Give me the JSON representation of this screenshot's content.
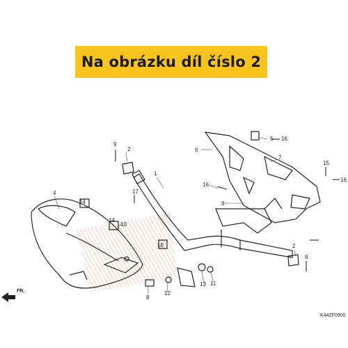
{
  "banner": {
    "text": "Na obrázku díl číslo 2"
  },
  "diagram": {
    "direction_label": "FR.",
    "figure_code": "K44ZF0900",
    "callouts": [
      "1",
      "2",
      "2",
      "3",
      "4",
      "5",
      "6",
      "7",
      "8",
      "9",
      "9",
      "10",
      "10",
      "11",
      "12",
      "13",
      "14",
      "14",
      "15",
      "16",
      "16",
      "16",
      "17"
    ]
  },
  "colors": {
    "banner": "#f7c51e",
    "line": "#222222",
    "hatch": "#e8b0b0"
  }
}
